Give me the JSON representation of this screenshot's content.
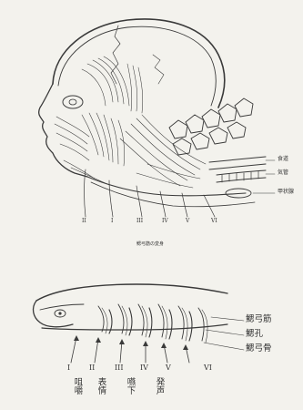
{
  "top_figure": {
    "caption": "鰓弓筋の変身",
    "structure_labels": [
      "食道",
      "気管",
      "甲状腺"
    ],
    "nerve_numerals": [
      "II",
      "I",
      "III",
      "IV",
      "V",
      "VI"
    ]
  },
  "bottom_figure": {
    "side_labels": [
      "鰓弓筋",
      "鰓孔",
      "鰓弓骨"
    ],
    "arch_numerals": [
      "I",
      "II",
      "III",
      "IV",
      "V",
      "VI"
    ],
    "function_labels": [
      "咀嚼",
      "表情",
      "嚥下",
      "発声"
    ]
  }
}
